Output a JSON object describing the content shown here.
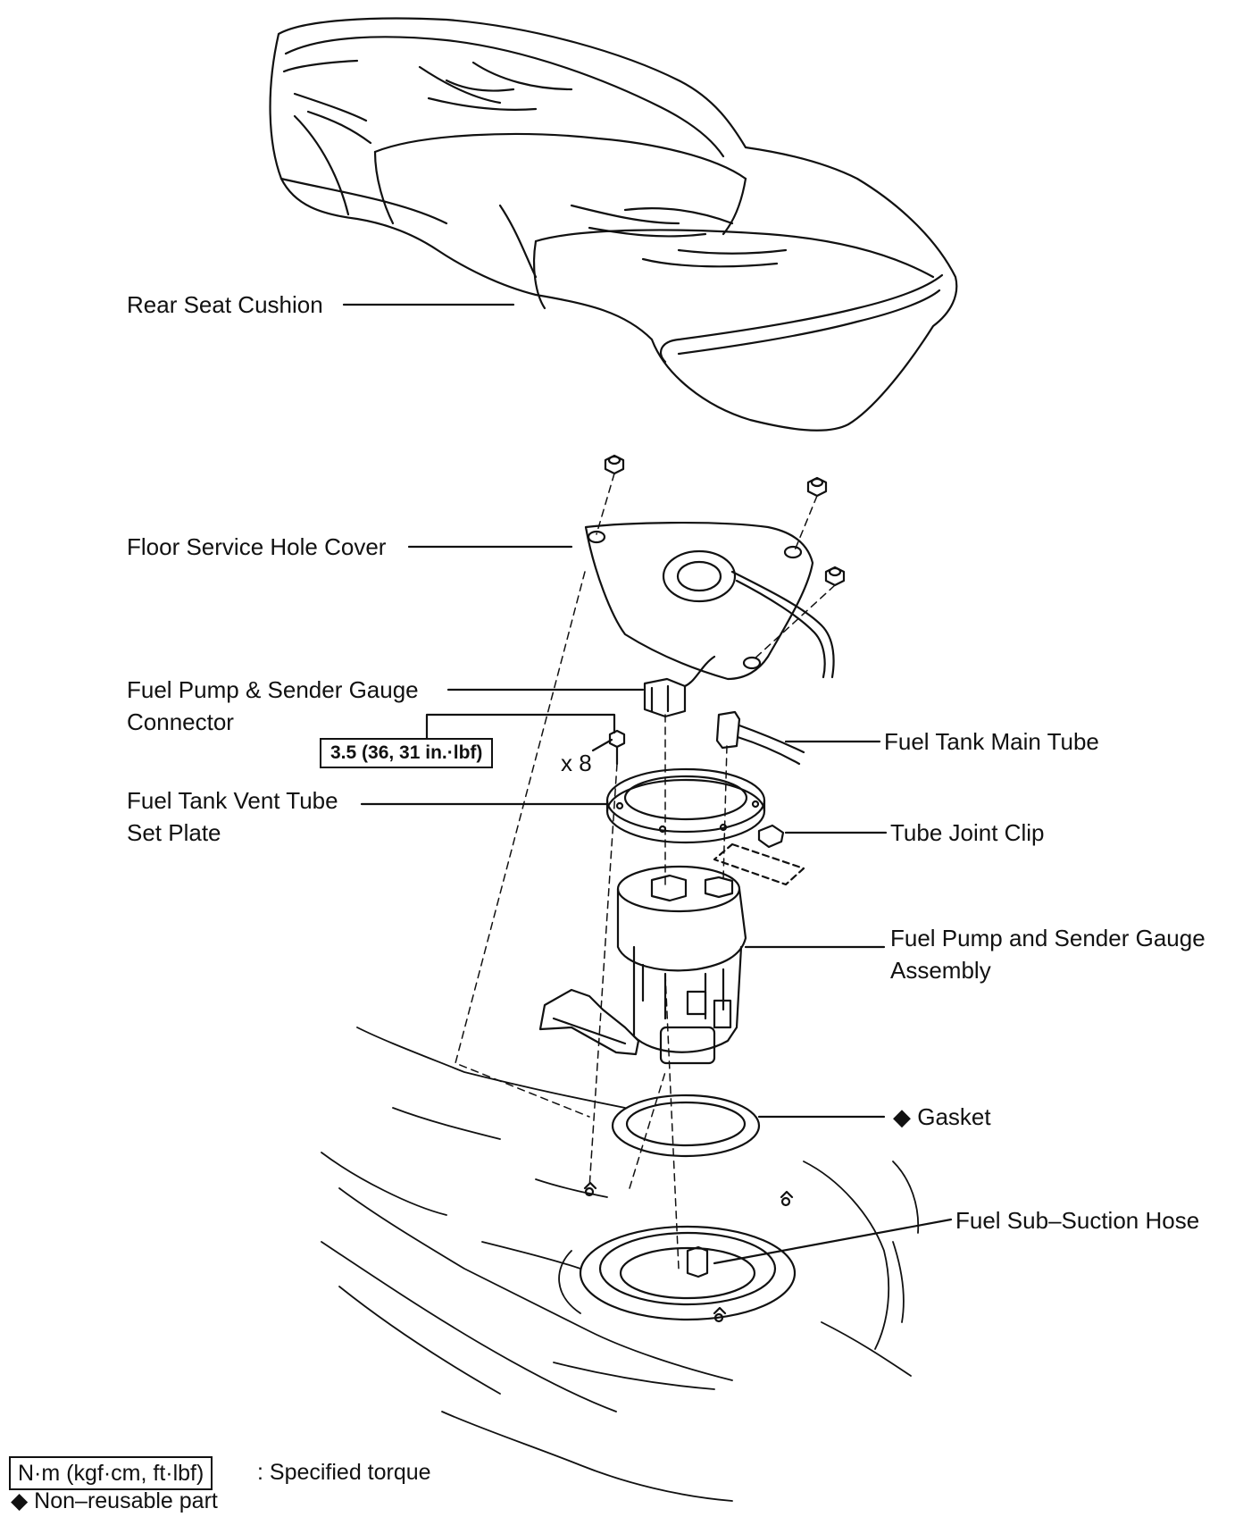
{
  "labels": {
    "rear_seat_cushion": "Rear Seat Cushion",
    "floor_service_hole_cover": "Floor Service Hole Cover",
    "connector_line1": "Fuel Pump & Sender Gauge",
    "connector_line2": "Connector",
    "vent_plate_line1": "Fuel Tank Vent Tube",
    "vent_plate_line2": "Set Plate",
    "main_tube": "Fuel Tank Main Tube",
    "tube_joint_clip": "Tube Joint Clip",
    "assembly_line1": "Fuel Pump and Sender Gauge",
    "assembly_line2": "Assembly",
    "gasket": "◆ Gasket",
    "sub_suction_hose": "Fuel Sub–Suction Hose",
    "bolt_count": "x 8"
  },
  "torque": {
    "value": "3.5 (36, 31 in.·lbf)"
  },
  "legend": {
    "torque_units": "N·m (kgf·cm, ft·lbf)",
    "torque_desc": ": Specified torque",
    "non_reusable": "◆ Non–reusable part"
  }
}
